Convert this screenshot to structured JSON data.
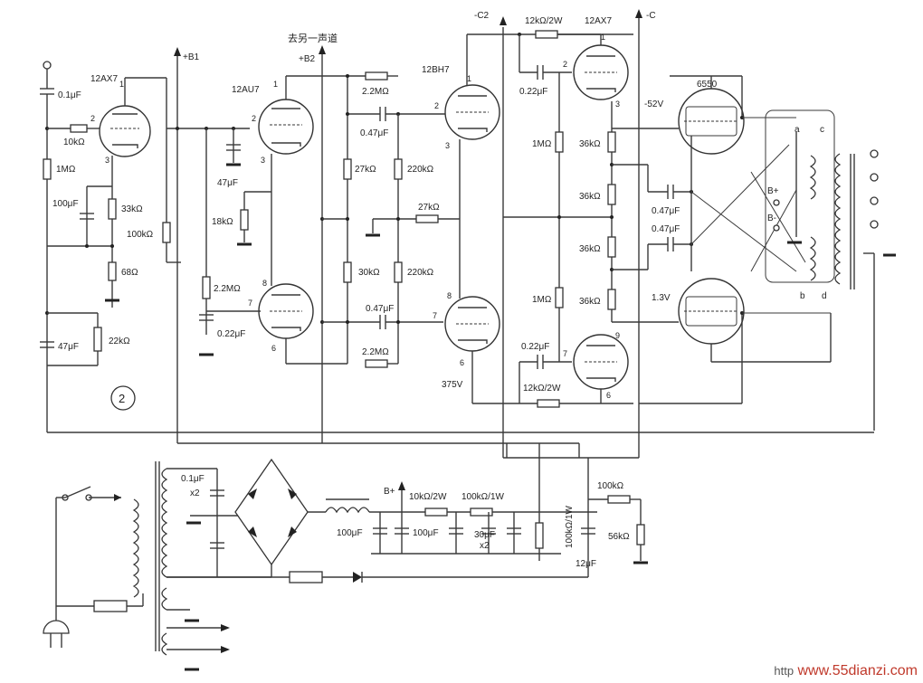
{
  "diagram_number": "2",
  "watermark": {
    "prefix": "http",
    "site": "www.55dianzi.com"
  },
  "labels": {
    "v12ax7_a": "12AX7",
    "v12au7": "12AU7",
    "v12bh7": "12BH7",
    "v12ax7_b": "12AX7",
    "v6550": "6550",
    "b1": "+B1",
    "b2": "+B2",
    "other_channel": "去另一声道",
    "c2": "-C2",
    "c": "-C",
    "neg52v": "-52V",
    "v13": "1.3V",
    "v375": "375V",
    "bplus_out": "B+",
    "bminus_out": "B-",
    "bplus_psu": "B+",
    "tap_a": "a",
    "tap_b": "b",
    "tap_c": "c",
    "tap_d": "d"
  },
  "pins": {
    "p1": "1",
    "p2": "2",
    "p3": "3",
    "p6": "6",
    "p7": "7",
    "p8": "8",
    "p9": "9"
  },
  "components": {
    "c_in": "0.1μF",
    "r_g1": "10kΩ",
    "r_1m_in": "1MΩ",
    "c_100u": "100μF",
    "r_33k": "33kΩ",
    "r_68": "68Ω",
    "r_100k_a": "100kΩ",
    "c_47u_a": "47μF",
    "r_22k": "22kΩ",
    "c_47u_b": "47μF",
    "r_18k": "18kΩ",
    "r_22m_a": "2.2MΩ",
    "c_022_a": "0.22μF",
    "r_22m_b": "2.2MΩ",
    "c_047_a": "0.47μF",
    "r_27k_a": "27kΩ",
    "r_220k_a": "220kΩ",
    "r_27k_b": "27kΩ",
    "r_30k": "30kΩ",
    "r_220k_b": "220kΩ",
    "c_047_b": "0.47μF",
    "r_22m_c": "2.2MΩ",
    "r_12k_top": "12kΩ/2W",
    "c_022_b": "0.22μF",
    "r_1m_a": "1MΩ",
    "r_1m_b": "1MΩ",
    "r_36k_1": "36kΩ",
    "r_36k_2": "36kΩ",
    "r_36k_3": "36kΩ",
    "r_36k_4": "36kΩ",
    "c_047_c": "0.47μF",
    "c_047_d": "0.47μF",
    "c_022_c": "0.22μF",
    "r_12k_bot": "12kΩ/2W",
    "c_01_psu": "0.1μF",
    "x2_a": "x2",
    "c_100u_psu_a": "100μF",
    "r_10k_2w": "10kΩ/2W",
    "c_100u_psu_b": "100μF",
    "r_100k_1w_a": "100kΩ/1W",
    "c_30u": "30μF",
    "x2_b": "x2",
    "r_100k_1w_b": "100kΩ/1W",
    "r_100k_psu": "100kΩ",
    "r_56k": "56kΩ",
    "c_12u": "12μF"
  }
}
